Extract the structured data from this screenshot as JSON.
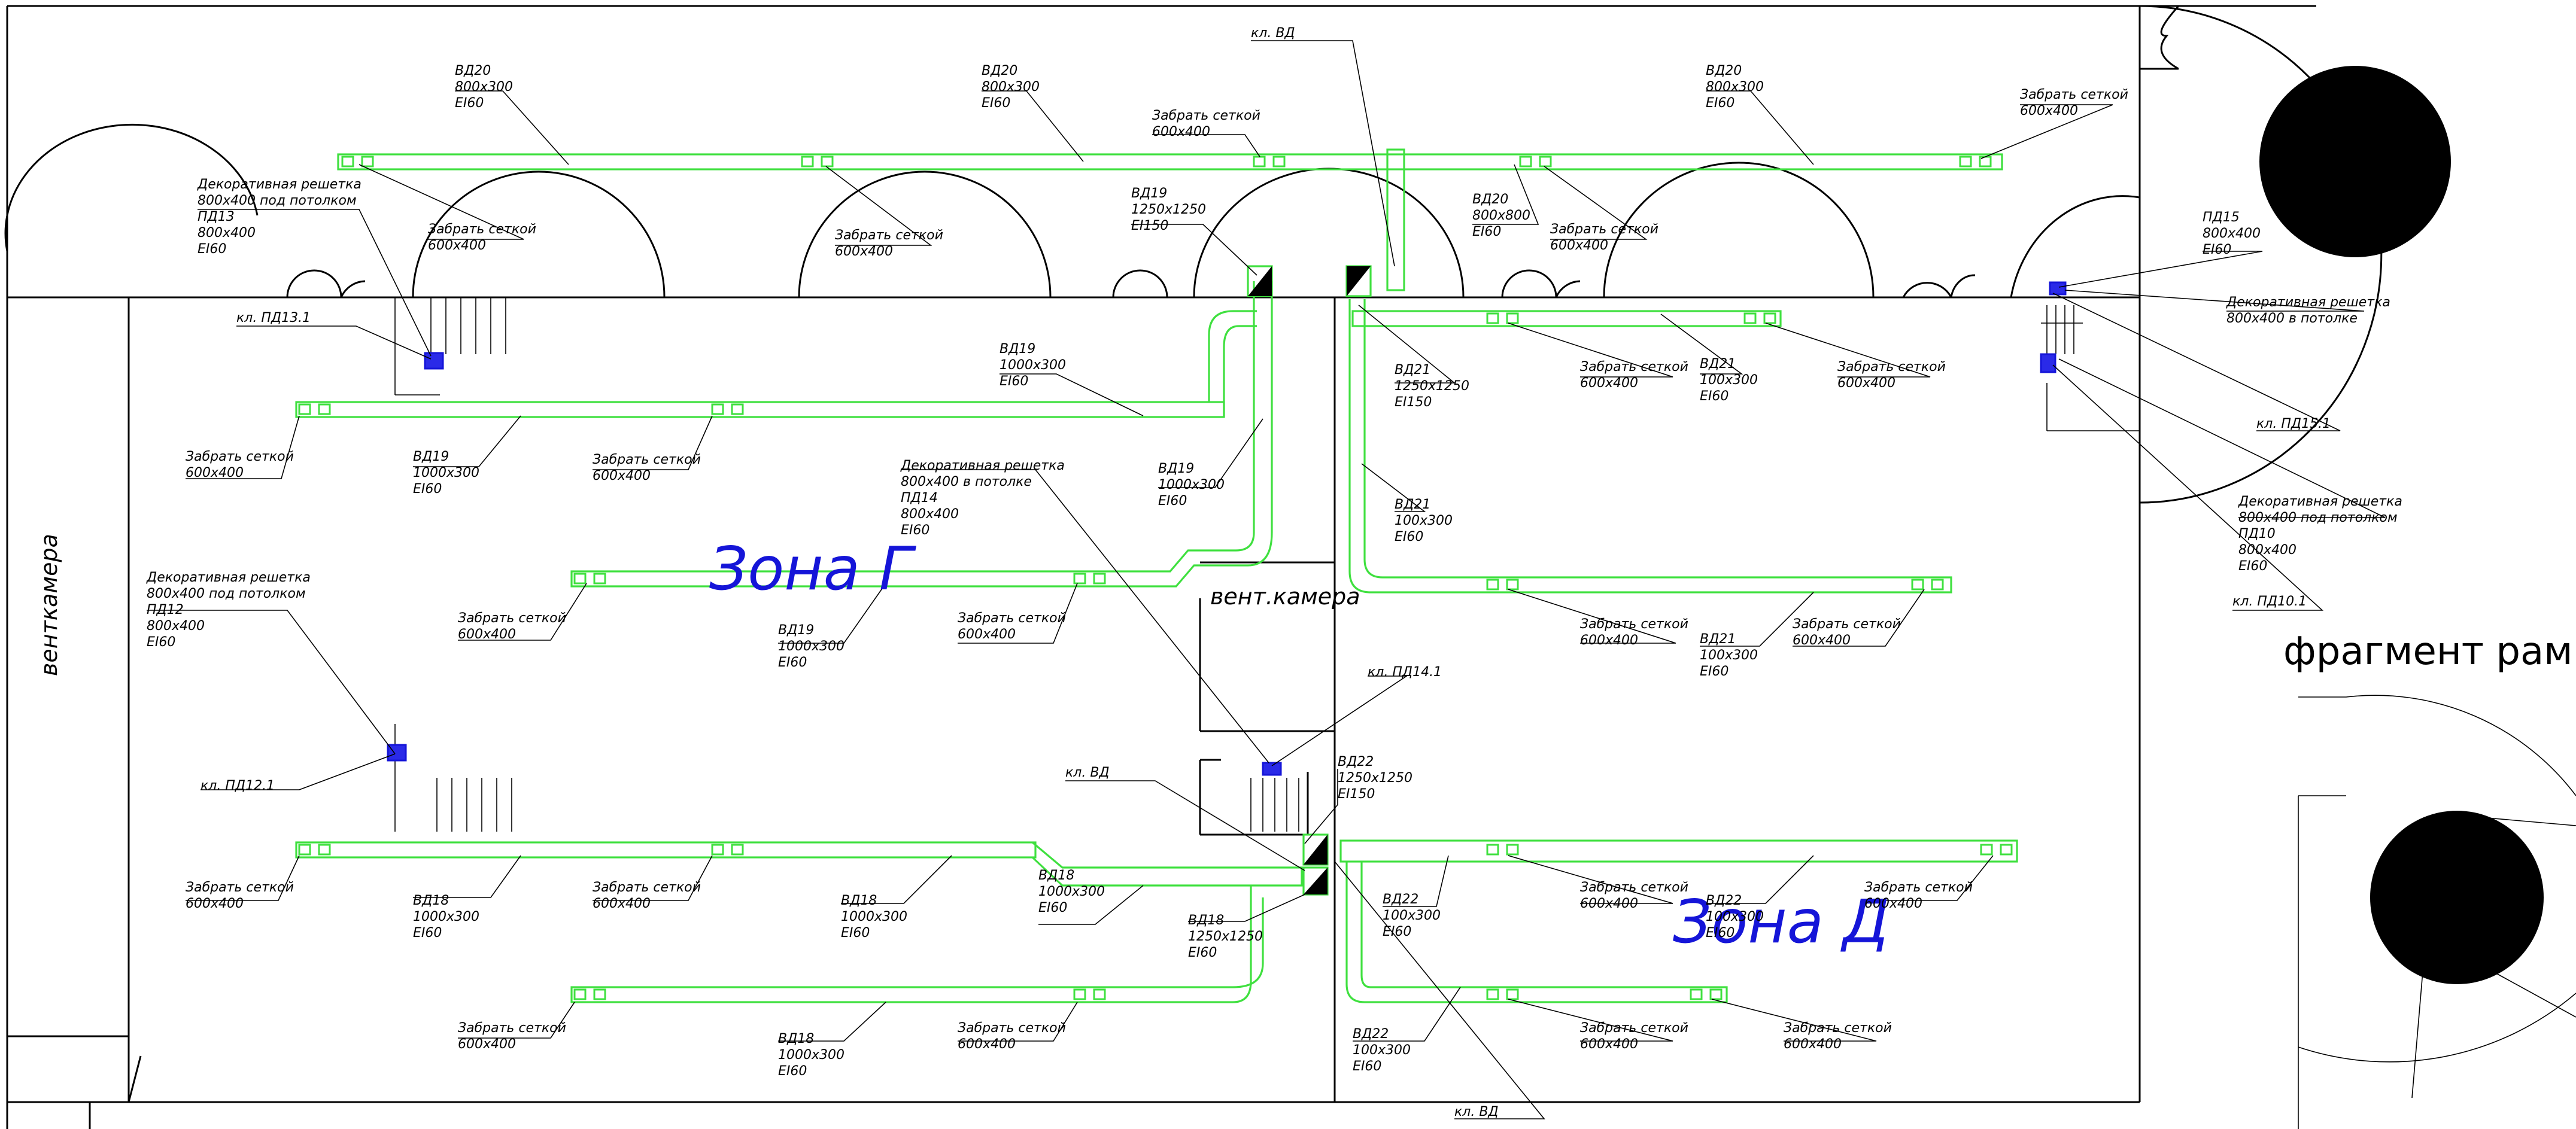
{
  "zones": {
    "g": "Зона Г",
    "d": "Зона Д"
  },
  "rooms": {
    "ventchamber_side": "вентκамера",
    "ventchamber_center": "вент.камера"
  },
  "fragment_title": "фрагмент рампы",
  "labels": [
    {
      "lines": [
        "ВД20",
        "800х300",
        "EI60"
      ]
    },
    {
      "lines": [
        "ВД20",
        "800х300",
        "EI60"
      ]
    },
    {
      "lines": [
        "ВД20",
        "800х300",
        "EI60"
      ]
    },
    {
      "lines": [
        "кл. ВД"
      ]
    },
    {
      "lines": [
        "Забрать сеткой",
        "600х400"
      ]
    },
    {
      "lines": [
        "Забрать сеткой",
        "600х400"
      ]
    },
    {
      "lines": [
        "Декоративная решетка",
        "800х400 под потолком",
        "ПД13",
        "800х400",
        "EI60"
      ]
    },
    {
      "lines": [
        "Забрать сеткой",
        "600х400"
      ]
    },
    {
      "lines": [
        "Забрать сеткой",
        "600х400"
      ]
    },
    {
      "lines": [
        "ВД19",
        "1250х1250",
        "EI150"
      ]
    },
    {
      "lines": [
        "ВД20",
        "800х800",
        "EI60"
      ]
    },
    {
      "lines": [
        "Забрать сеткой",
        "600х400"
      ]
    },
    {
      "lines": [
        "ПД15",
        "800х400",
        "EI60"
      ]
    },
    {
      "lines": [
        "Декоративная решетка",
        "800х400 в потолке"
      ]
    },
    {
      "lines": [
        "кл. ПД13.1"
      ]
    },
    {
      "lines": [
        "ВД19",
        "1000х300",
        "EI60"
      ]
    },
    {
      "lines": [
        "ВД21",
        "1250х1250",
        "EI150"
      ]
    },
    {
      "lines": [
        "Забрать сеткой",
        "600х400"
      ]
    },
    {
      "lines": [
        "ВД21",
        "100х300",
        "EI60"
      ]
    },
    {
      "lines": [
        "Забрать сеткой",
        "600х400"
      ]
    },
    {
      "lines": [
        "кл. ПД15.1"
      ]
    },
    {
      "lines": [
        "Забрать сеткой",
        "600х400"
      ]
    },
    {
      "lines": [
        "ВД19",
        "1000х300",
        "EI60"
      ]
    },
    {
      "lines": [
        "Забрать сеткой",
        "600х400"
      ]
    },
    {
      "lines": [
        "Декоративная решетка",
        "800х400 в потолке",
        "ПД14",
        "800х400",
        "EI60"
      ]
    },
    {
      "lines": [
        "ВД19",
        "1000х300",
        "EI60"
      ]
    },
    {
      "lines": [
        "ВД21",
        "100х300",
        "EI60"
      ]
    },
    {
      "lines": [
        "Декоративная решетка",
        "800х400 под потолком",
        "ПД10",
        "800х400",
        "EI60"
      ]
    },
    {
      "lines": [
        "кл. ПД10.1"
      ]
    },
    {
      "lines": [
        "Декоративная решетка",
        "800х400 под потолком",
        "ПД12",
        "800х400",
        "EI60"
      ]
    },
    {
      "lines": [
        "Забрать сеткой",
        "600х400"
      ]
    },
    {
      "lines": [
        "ВД19",
        "1000х300",
        "EI60"
      ]
    },
    {
      "lines": [
        "Забрать сеткой",
        "600х400"
      ]
    },
    {
      "lines": [
        "Забрать сеткой",
        "600х400"
      ]
    },
    {
      "lines": [
        "ВД21",
        "100х300",
        "EI60"
      ]
    },
    {
      "lines": [
        "Забрать сеткой",
        "600х400"
      ]
    },
    {
      "lines": [
        "кл. ПД14.1"
      ]
    },
    {
      "lines": [
        "кл. ВД"
      ]
    },
    {
      "lines": [
        "ВД22",
        "1250х1250",
        "EI150"
      ]
    },
    {
      "lines": [
        "кл. ПД12.1"
      ]
    },
    {
      "lines": [
        "Забрать сеткой",
        "600х400"
      ]
    },
    {
      "lines": [
        "ВД18",
        "1000х300",
        "EI60"
      ]
    },
    {
      "lines": [
        "Забрать сеткой",
        "600х400"
      ]
    },
    {
      "lines": [
        "ВД18",
        "1000х300",
        "EI60"
      ]
    },
    {
      "lines": [
        "ВД18",
        "1000х300",
        "EI60"
      ]
    },
    {
      "lines": [
        "ВД18",
        "1250х1250",
        "EI60"
      ]
    },
    {
      "lines": [
        "ВД22",
        "100х300",
        "EI60"
      ]
    },
    {
      "lines": [
        "Забрать сеткой",
        "600х400"
      ]
    },
    {
      "lines": [
        "ВД22",
        "100х300",
        "EI60"
      ]
    },
    {
      "lines": [
        "Забрать сеткой",
        "600х400"
      ]
    },
    {
      "lines": [
        "Забрать сеткой",
        "600х400"
      ]
    },
    {
      "lines": [
        "ВД18",
        "1000х300",
        "EI60"
      ]
    },
    {
      "lines": [
        "Забрать сеткой",
        "600х400"
      ]
    },
    {
      "lines": [
        "ВД22",
        "100х300",
        "EI60"
      ]
    },
    {
      "lines": [
        "Забрать сеткой",
        "600х400"
      ]
    },
    {
      "lines": [
        "Забрать сеткой",
        "600х400"
      ]
    },
    {
      "lines": [
        "кл. ВД"
      ]
    }
  ]
}
